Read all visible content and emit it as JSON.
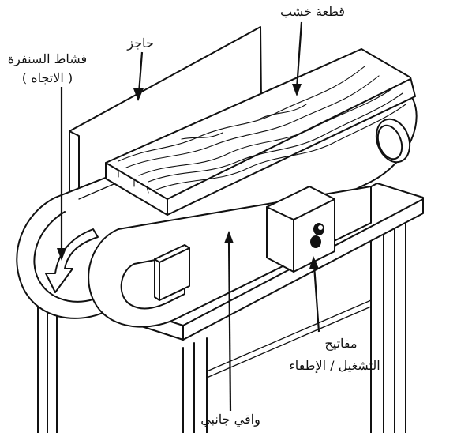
{
  "labels": {
    "wood_piece": "قطعة خشب",
    "fence": "حاجز",
    "sanding_belt_line1": "فشاط السنفرة",
    "sanding_belt_line2": "( الاتجاه )",
    "switches_line1": "مفاتيح",
    "switches_line2": "التشغيل / الإطفاء",
    "side_guard": "واقي جانبي"
  },
  "colors": {
    "ink": "#111111",
    "paper": "#ffffff"
  },
  "icons": {
    "direction_arrow": "curved-arrow-down-icon"
  }
}
